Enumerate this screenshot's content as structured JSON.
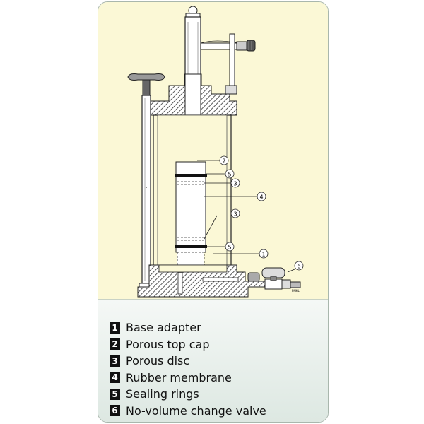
{
  "callouts": [
    {
      "num": "1"
    },
    {
      "num": "2"
    },
    {
      "num": "3"
    },
    {
      "num": "3"
    },
    {
      "num": "4"
    },
    {
      "num": "5"
    },
    {
      "num": "5"
    },
    {
      "num": "6"
    }
  ],
  "valve_tag": "PMKL",
  "legend": [
    {
      "num": "1",
      "label": "Base adapter"
    },
    {
      "num": "2",
      "label": "Porous top cap"
    },
    {
      "num": "3",
      "label": "Porous disc"
    },
    {
      "num": "4",
      "label": "Rubber membrane"
    },
    {
      "num": "5",
      "label": "Sealing rings"
    },
    {
      "num": "6",
      "label": "No-volume change valve"
    }
  ],
  "colors": {
    "panel": "#fbf8d6",
    "hatch": "#444444",
    "line": "#222222"
  }
}
